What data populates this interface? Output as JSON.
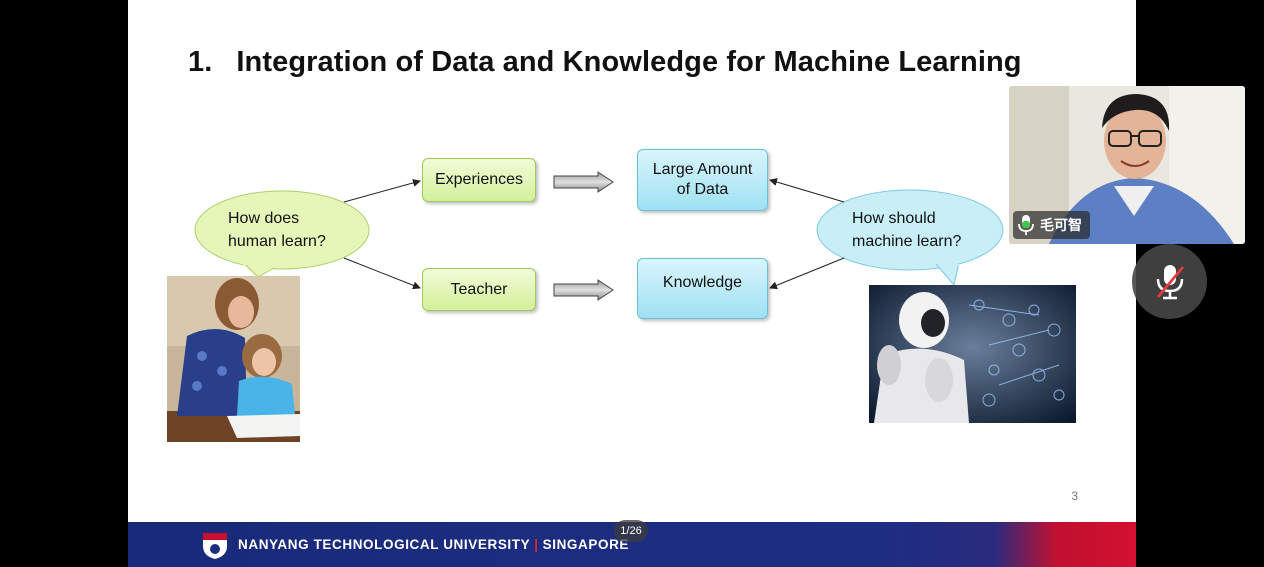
{
  "slide": {
    "title_number": "1.",
    "title_text": "Integration of Data and Knowledge for Machine Learning",
    "human_bubble": [
      "How does",
      "human learn?"
    ],
    "machine_bubble": [
      "How should",
      "machine learn?"
    ],
    "boxes": {
      "experiences": "Experiences",
      "teacher": "Teacher",
      "large_data_line1": "Large Amount",
      "large_data_line2": "of Data",
      "knowledge": "Knowledge"
    },
    "page_number": "3"
  },
  "footer": {
    "university": "NANYANG TECHNOLOGICAL UNIVERSITY",
    "separator": "|",
    "location": "SINGAPORE",
    "page_indicator": "1/26"
  },
  "video_call": {
    "participant_name": "毛可智",
    "mic_muted": true
  },
  "colors": {
    "green_box": "#d3f09b",
    "blue_box": "#9fe1f3",
    "footer_blue": "#1d2d82",
    "footer_red": "#d41030"
  }
}
